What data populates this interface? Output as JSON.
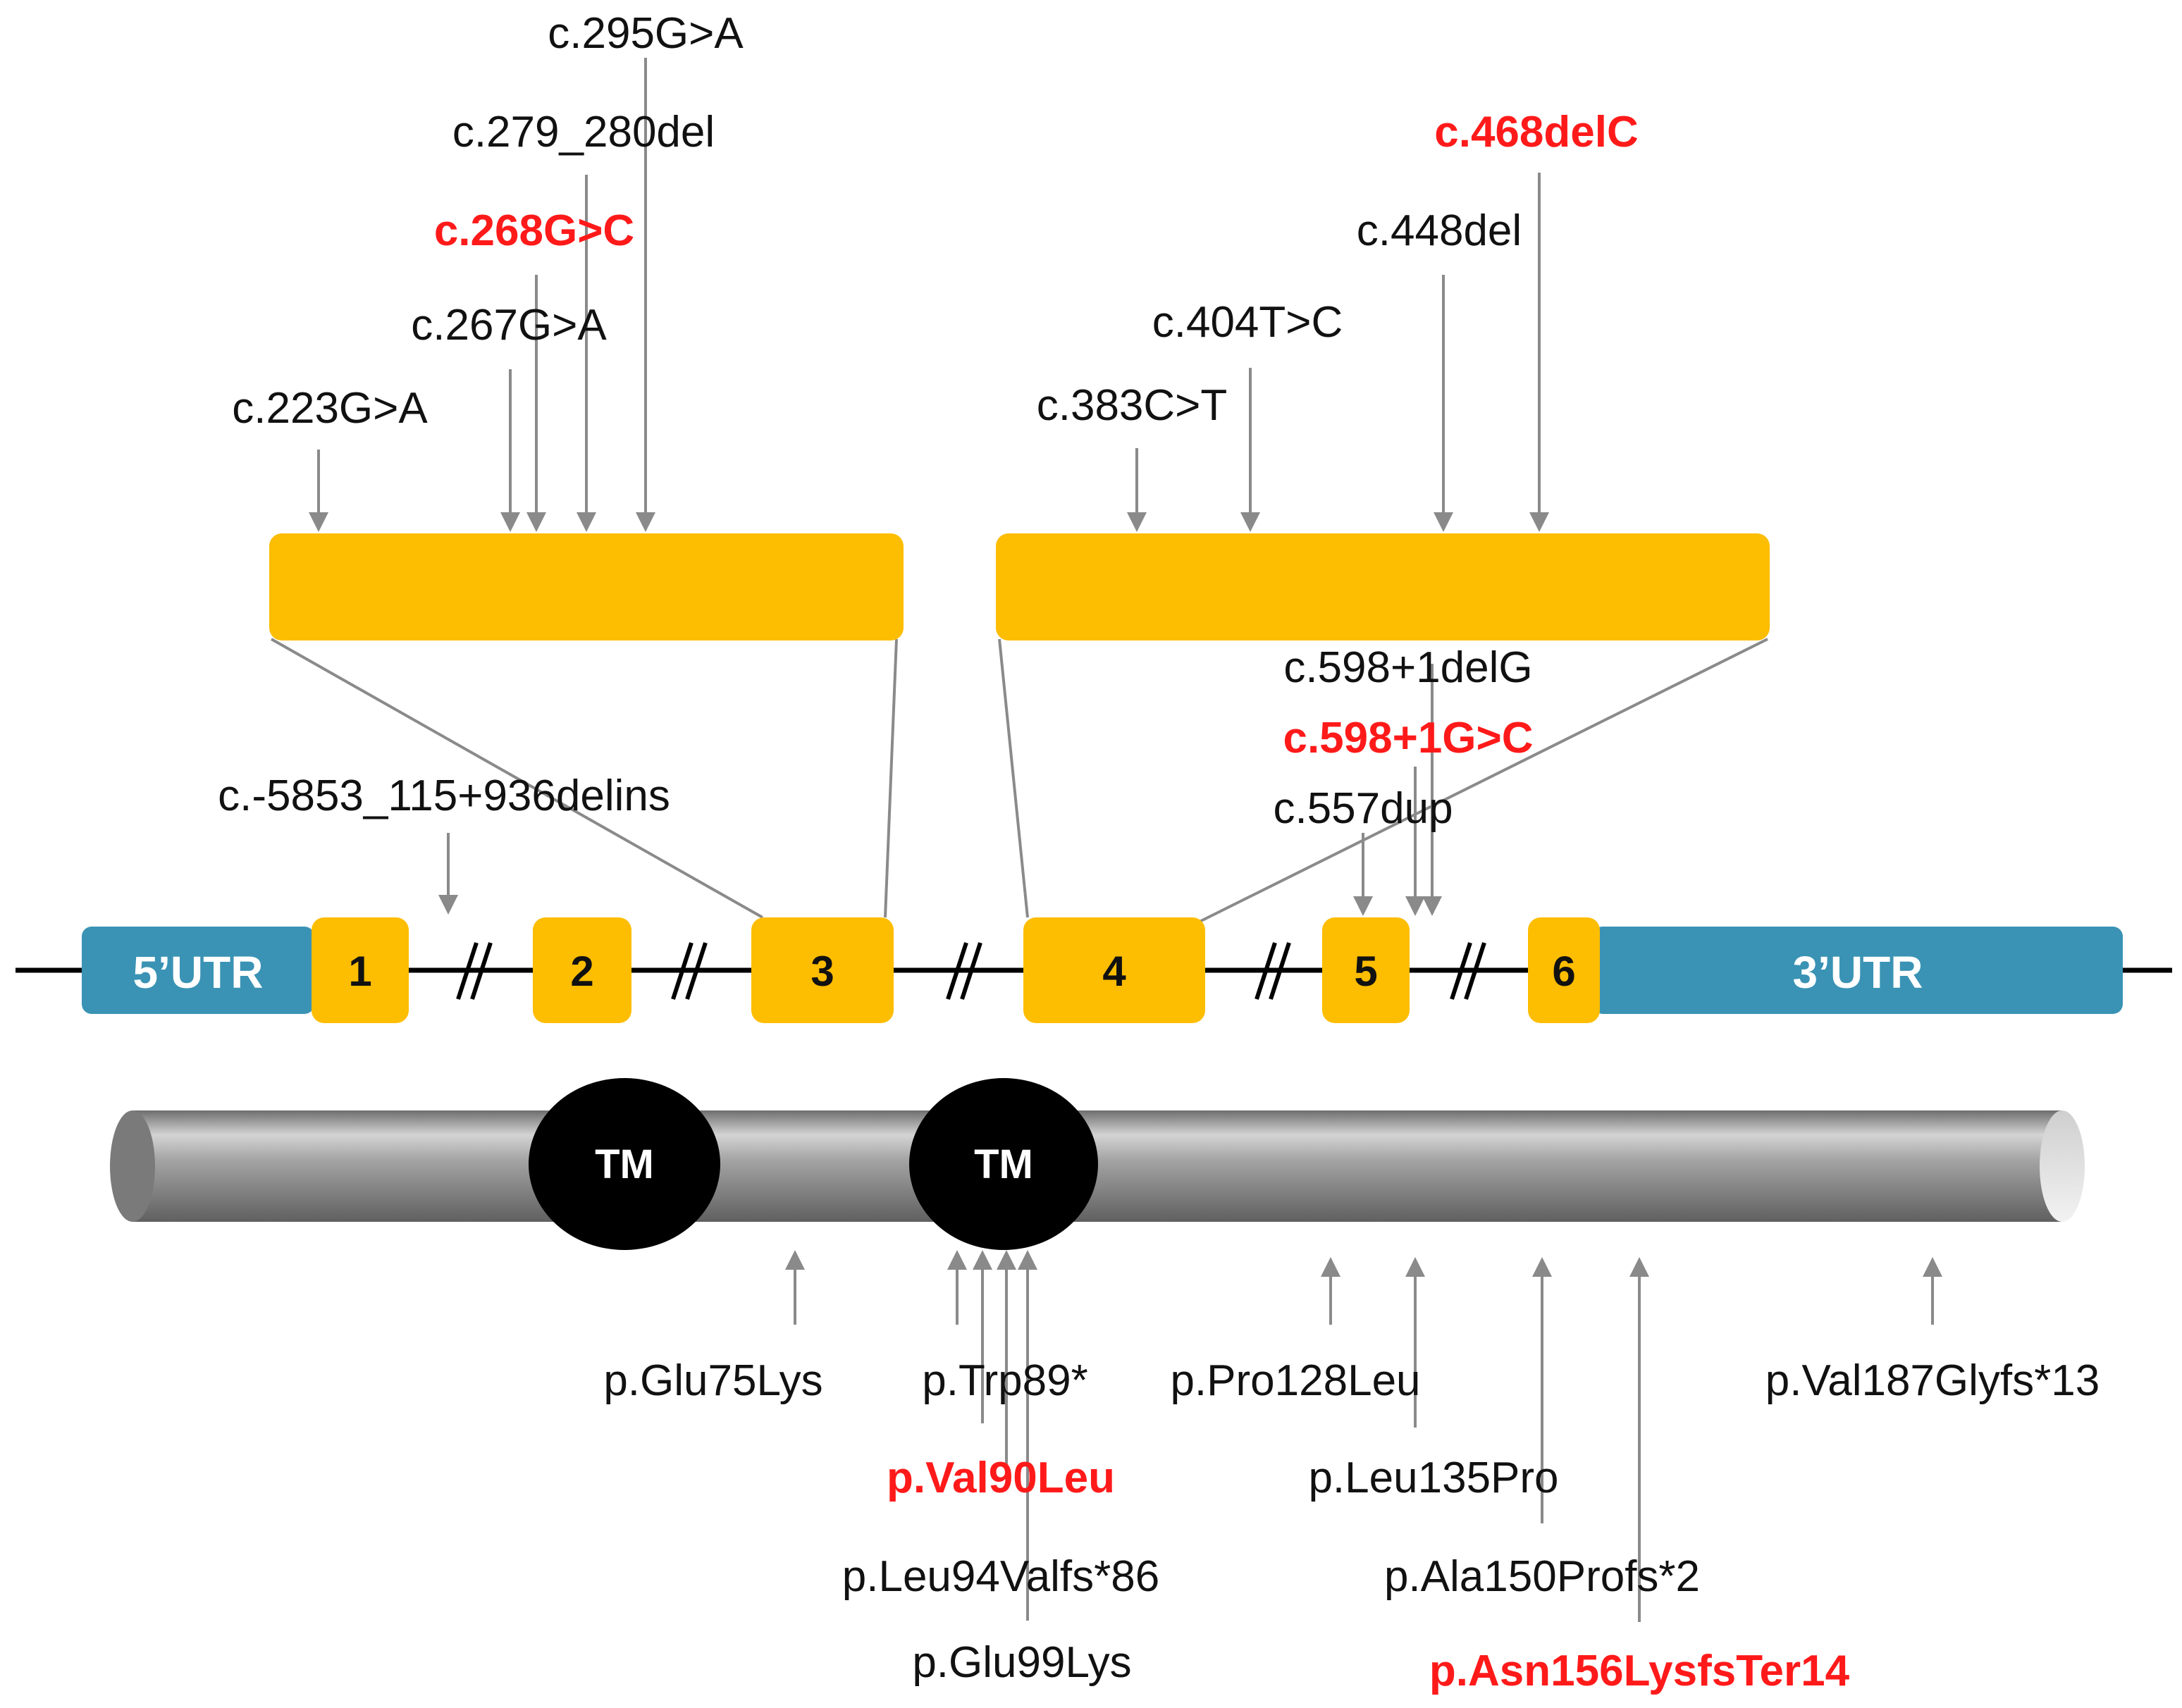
{
  "colors": {
    "exon": "#fdbd00",
    "utr": "#3a93b4",
    "highlight": "#ff1a1a",
    "text": "#111111",
    "arrow": "#8a8a8a",
    "tm": "#000000"
  },
  "utr": {
    "five": "5’UTR",
    "three": "3’UTR"
  },
  "exons": [
    "1",
    "2",
    "3",
    "4",
    "5",
    "6"
  ],
  "tm_domains": [
    "TM",
    "TM"
  ],
  "cdna_variants": {
    "c223": "c.223G>A",
    "c267": "c.267G>A",
    "c268": "c.268G>C",
    "c279": "c.279_280del",
    "c295": "c.295G>A",
    "c383": "c.383C>T",
    "c404": "c.404T>C",
    "c448": "c.448del",
    "c468": "c.468delC",
    "c5853": "c.-5853_115+936delins",
    "c557": "c.557dup",
    "c598c": "c.598+1G>C",
    "c598del": "c.598+1delG"
  },
  "protein_variants": {
    "glu75": "p.Glu75Lys",
    "trp89": "p.Trp89*",
    "val90": "p.Val90Leu",
    "leu94": "p.Leu94Valfs*86",
    "glu99": "p.Glu99Lys",
    "pro128": "p.Pro128Leu",
    "leu135": "p.Leu135Pro",
    "ala150": "p.Ala150Profs*2",
    "asn156": "p.Asn156LysfsTer14",
    "val187": "p.Val187Glyfs*13"
  }
}
